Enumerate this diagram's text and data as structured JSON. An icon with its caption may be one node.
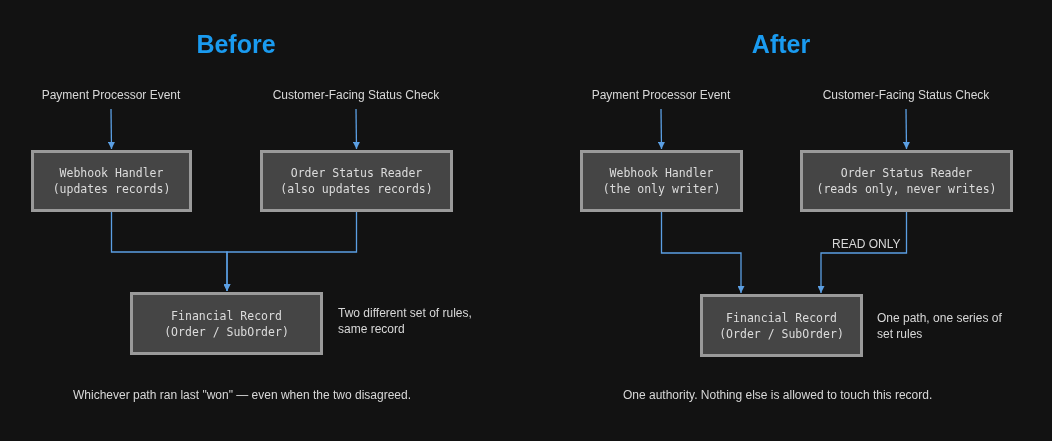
{
  "diagram": {
    "nodes": [
      {
        "text": [
          "Payment Processor Event"
        ]
      },
      {
        "text": [
          "Customer-Facing Status Check"
        ]
      },
      {
        "text": [
          "Webhook Handler",
          "(updates records)"
        ]
      },
      {
        "text": [
          "Order Status Reader",
          "(also updates records)"
        ]
      },
      {
        "text": [
          "Financial Record",
          "(Order / SubOrder)"
        ],
        "beside": [
          "Two different set of rules, same record"
        ]
      },
      {
        "text": [
          "Payment Processor Event"
        ]
      },
      {
        "text": [
          "Customer-Facing Status Check"
        ]
      },
      {
        "text": [
          "Webhook Handler",
          "(the only writer)"
        ]
      },
      {
        "text": [
          "Order Status Reader",
          "(reads only, never writes)"
        ]
      },
      {
        "text": [
          "Financial Record",
          "(Order / SubOrder)"
        ],
        "beside": [
          "One path, one series of set rules"
        ]
      }
    ],
    "edges": [
      {
        "from": 0,
        "to": 2,
        "arrow": "to"
      },
      {
        "from": 1,
        "to": 3,
        "arrow": "to"
      },
      {
        "from": 2,
        "to": 4,
        "arrow": "to"
      },
      {
        "from": 3,
        "to": 4,
        "arrow": "to"
      },
      {
        "from": 5,
        "to": 7,
        "arrow": "to"
      },
      {
        "from": 6,
        "to": 8,
        "arrow": "to"
      },
      {
        "from": 7,
        "to": 9,
        "arrow": "to"
      },
      {
        "from": 8,
        "to": 9,
        "arrow": "to",
        "label": "READ ONLY"
      }
    ],
    "labels": [
      "Before",
      "After",
      "Whichever path ran last \"won\" — even when the two disagreed.",
      "One authority. Nothing else is allowed to touch this record."
    ]
  }
}
